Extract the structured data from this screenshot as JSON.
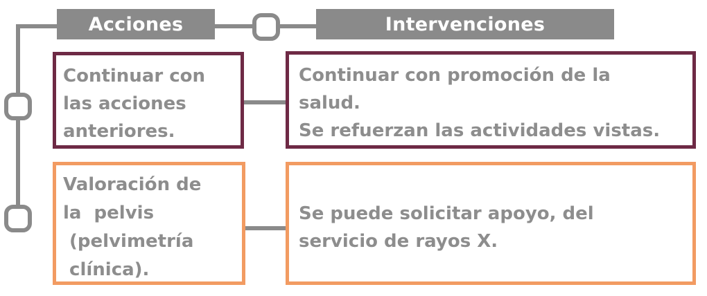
{
  "headers": {
    "acciones": "Acciones",
    "intervenciones": "Intervenciones"
  },
  "rows": [
    {
      "accion_lines": [
        "Continuar con",
        "las acciones",
        "anteriores."
      ],
      "intervencion_lines": [
        "Continuar con promoción de la",
        "salud.",
        "Se refuerzan las actividades vistas."
      ]
    },
    {
      "accion_lines": [
        "Valoración de",
        "la  pelvis",
        " (pelvimetría",
        " clínica)."
      ],
      "intervencion_lines": [
        "Se puede solicitar apoyo, del",
        "servicio de rayos X."
      ]
    }
  ],
  "colors": {
    "connector": "#8a8a8a",
    "row1_border": "#6e2a45",
    "row2_border": "#f29b62",
    "text": "#8d8d8d",
    "header_bg": "#8a8a8a",
    "header_text": "#ffffff"
  }
}
